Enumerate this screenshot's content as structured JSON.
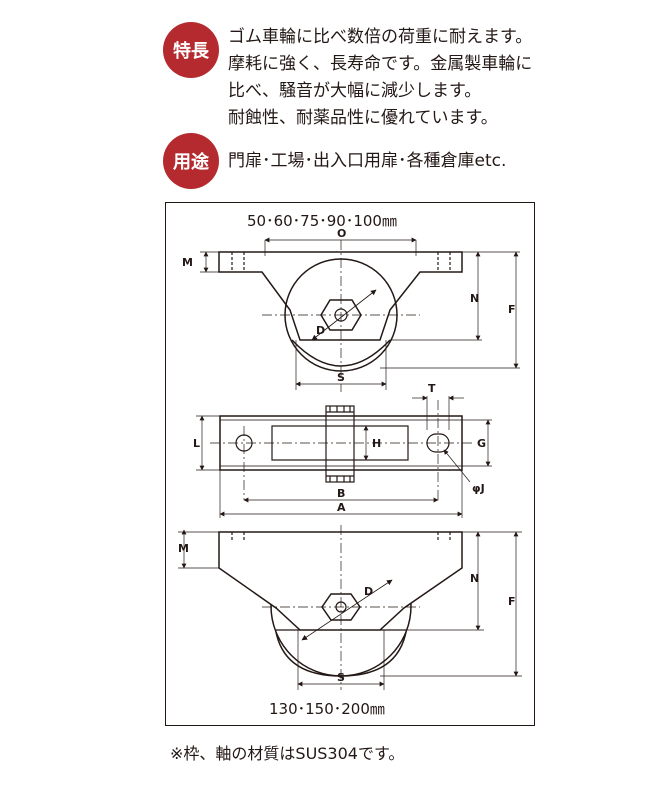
{
  "features": {
    "badge": "特長",
    "lines": [
      "ゴム車輪に比べ数倍の荷重に耐えます。",
      "摩耗に強く、長寿命です。金属製車輪に",
      "比べ、騒音が大幅に減少します。",
      "耐蝕性、耐薬品性に優れています。"
    ]
  },
  "usage": {
    "badge": "用途",
    "text": "門扉･工場･出入口用扉･各種倉庫etc."
  },
  "diagram": {
    "top_sizes": "50･60･75･90･100㎜",
    "bottom_sizes": "130･150･200㎜",
    "labels": {
      "O": "O",
      "M": "M",
      "N": "N",
      "F": "F",
      "D": "D",
      "S": "S",
      "T": "T",
      "L": "L",
      "H": "H",
      "G": "G",
      "J": "φJ",
      "B": "B",
      "A": "A"
    }
  },
  "note": "※枠、軸の材質はSUS304です。",
  "colors": {
    "badge": "#b42a2e",
    "ink": "#231815"
  }
}
